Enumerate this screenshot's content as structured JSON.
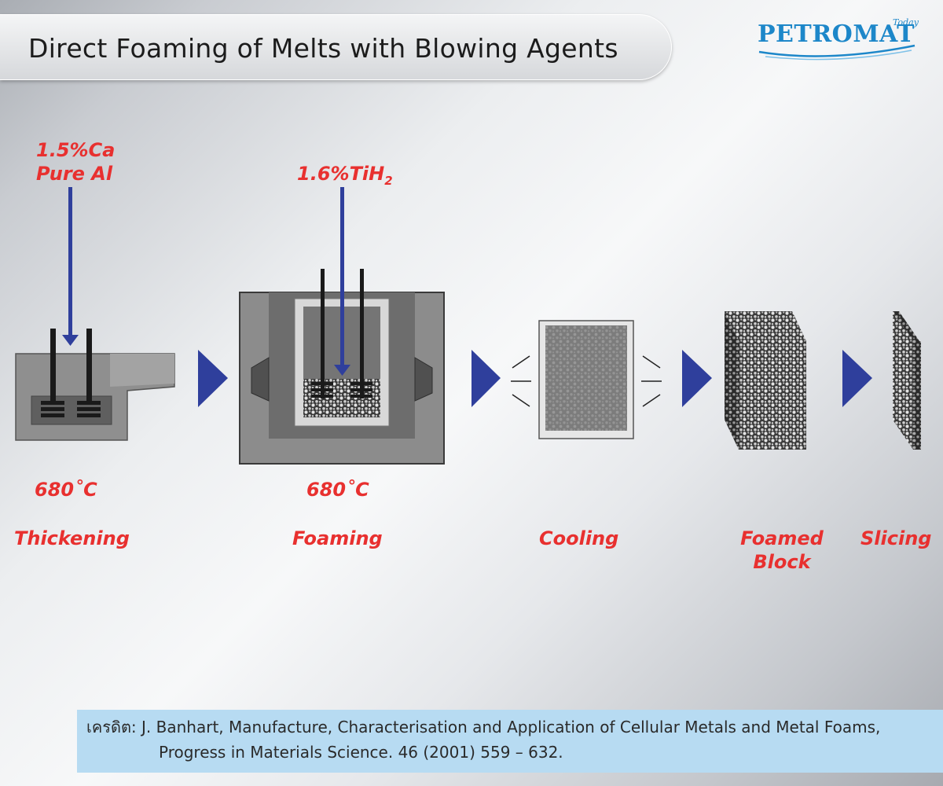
{
  "title": "Direct Foaming of Melts with Blowing Agents",
  "logo": {
    "main": "PETROMAT",
    "sub": "Today"
  },
  "stage1": {
    "input_line1": "1.5%Ca",
    "input_line2": "Pure Al",
    "temperature": "680˚C",
    "name": "Thickening"
  },
  "stage2": {
    "input": "1.6%TiH",
    "input_subscript": "2",
    "temperature": "680˚C",
    "name": "Foaming"
  },
  "stage3": {
    "name": "Cooling"
  },
  "stage4": {
    "name_line1": "Foamed",
    "name_line2": "Block"
  },
  "stage5": {
    "name": "Slicing"
  },
  "credit": {
    "line1": "เครดิต: J. Banhart, Manufacture, Characterisation and Application of Cellular Metals and Metal Foams,",
    "line2": "Progress in Materials Science. 46 (2001) 559 – 632."
  },
  "colors": {
    "label_red": "#e8302f",
    "arrow_blue": "#2f3f9c",
    "credit_bg": "#b7dbf2",
    "logo_blue": "#1d87c9"
  }
}
